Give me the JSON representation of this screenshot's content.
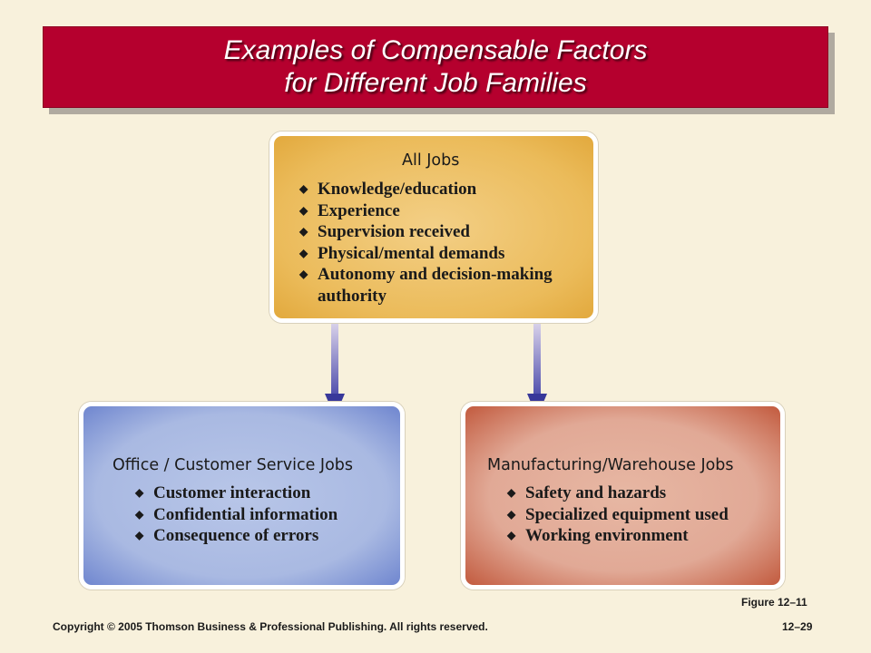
{
  "title": {
    "line1": "Examples of Compensable Factors",
    "line2": "for Different Job Families"
  },
  "all_jobs": {
    "heading": "All Jobs",
    "items": [
      "Knowledge/education",
      "Experience",
      "Supervision received",
      "Physical/mental demands",
      "Autonomy and decision-making authority"
    ]
  },
  "office": {
    "heading": "Office / Customer Service Jobs",
    "items": [
      "Customer interaction",
      "Confidential information",
      "Consequence of errors"
    ]
  },
  "manufacturing": {
    "heading": "Manufacturing/Warehouse Jobs",
    "items": [
      "Safety and hazards",
      "Specialized equipment used",
      "Working environment"
    ]
  },
  "figure_label": "Figure 12–11",
  "copyright": "Copyright © 2005 Thomson Business & Professional Publishing. All rights reserved.",
  "page_number": "12–29",
  "colors": {
    "title_bar": "#b5002e",
    "all_jobs_box": "#ebbb5a",
    "office_box": "#a9b9e2",
    "manufacturing_box": "#e1a996",
    "arrow": "#3a3aa0"
  }
}
